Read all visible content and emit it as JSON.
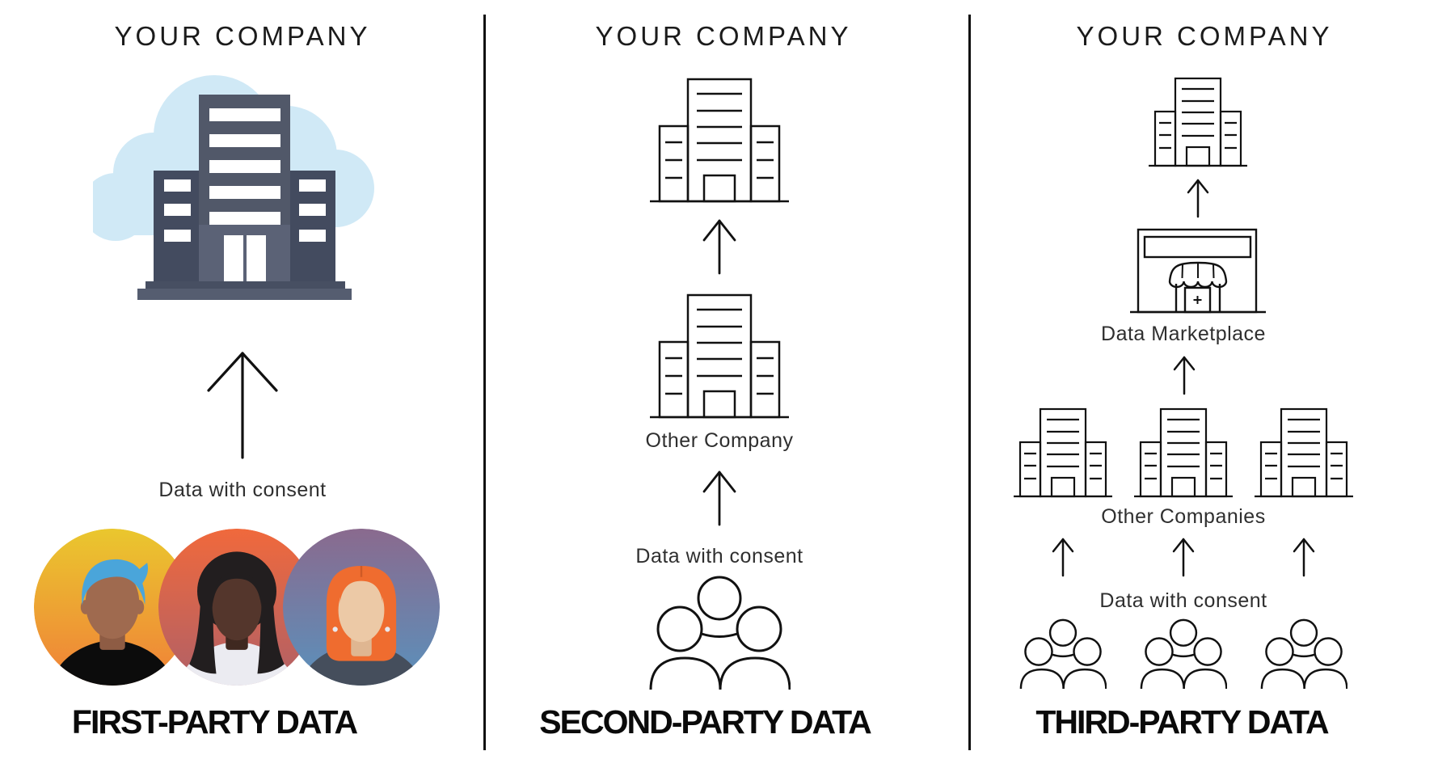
{
  "columns": [
    {
      "id": "first-party",
      "title": "YOUR COMPANY",
      "consent_label": "Data with consent",
      "footer_label": "FIRST-PARTY DATA"
    },
    {
      "id": "second-party",
      "title": "YOUR COMPANY",
      "other_company_label": "Other Company",
      "consent_label": "Data with consent",
      "footer_label": "SECOND-PARTY DATA"
    },
    {
      "id": "third-party",
      "title": "YOUR COMPANY",
      "marketplace_label": "Data Marketplace",
      "other_companies_label": "Other Companies",
      "consent_label": "Data with consent",
      "footer_label": "THIRD-PARTY DATA"
    }
  ],
  "palette": {
    "line_art": "#111111",
    "cloud_blue": "#d0e9f6",
    "building_tower": "#515869",
    "building_wing": "#434b5f",
    "building_base": "#555d70",
    "avatar1_gradient_top": "#eac72e",
    "avatar1_gradient_bottom": "#f08038",
    "avatar1_hair_blue": "#4aa5da",
    "avatar2_gradient_top": "#f0693c",
    "avatar2_gradient_bottom": "#b06067",
    "avatar3_gradient_top": "#8a6a8e",
    "avatar3_gradient_bottom": "#5a91bc",
    "avatar3_hair_orange": "#ef6c2f"
  }
}
